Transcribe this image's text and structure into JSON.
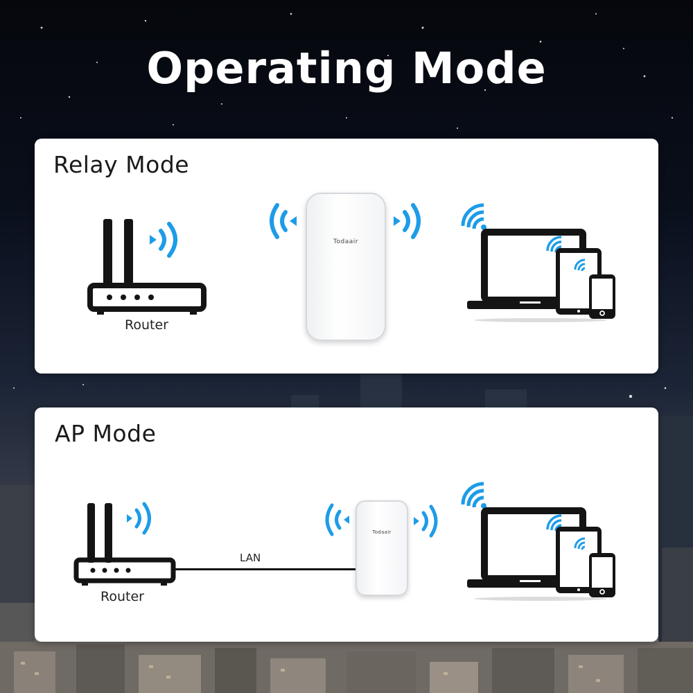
{
  "title": "Operating Mode",
  "colors": {
    "wifi_blue": "#1d9ce8",
    "device_black": "#141414",
    "panel_bg": "#ffffff",
    "title_text": "#ffffff"
  },
  "relay_mode": {
    "heading": "Relay Mode",
    "router_label": "Router",
    "extender_brand": "Todaair"
  },
  "ap_mode": {
    "heading": "AP Mode",
    "router_label": "Router",
    "cable_label": "LAN",
    "extender_brand": "Todaair"
  },
  "icons": [
    "router-icon",
    "wifi-signal-icon",
    "extender-device",
    "laptop-icon",
    "tablet-icon",
    "smartphone-icon",
    "wifi-icon"
  ]
}
